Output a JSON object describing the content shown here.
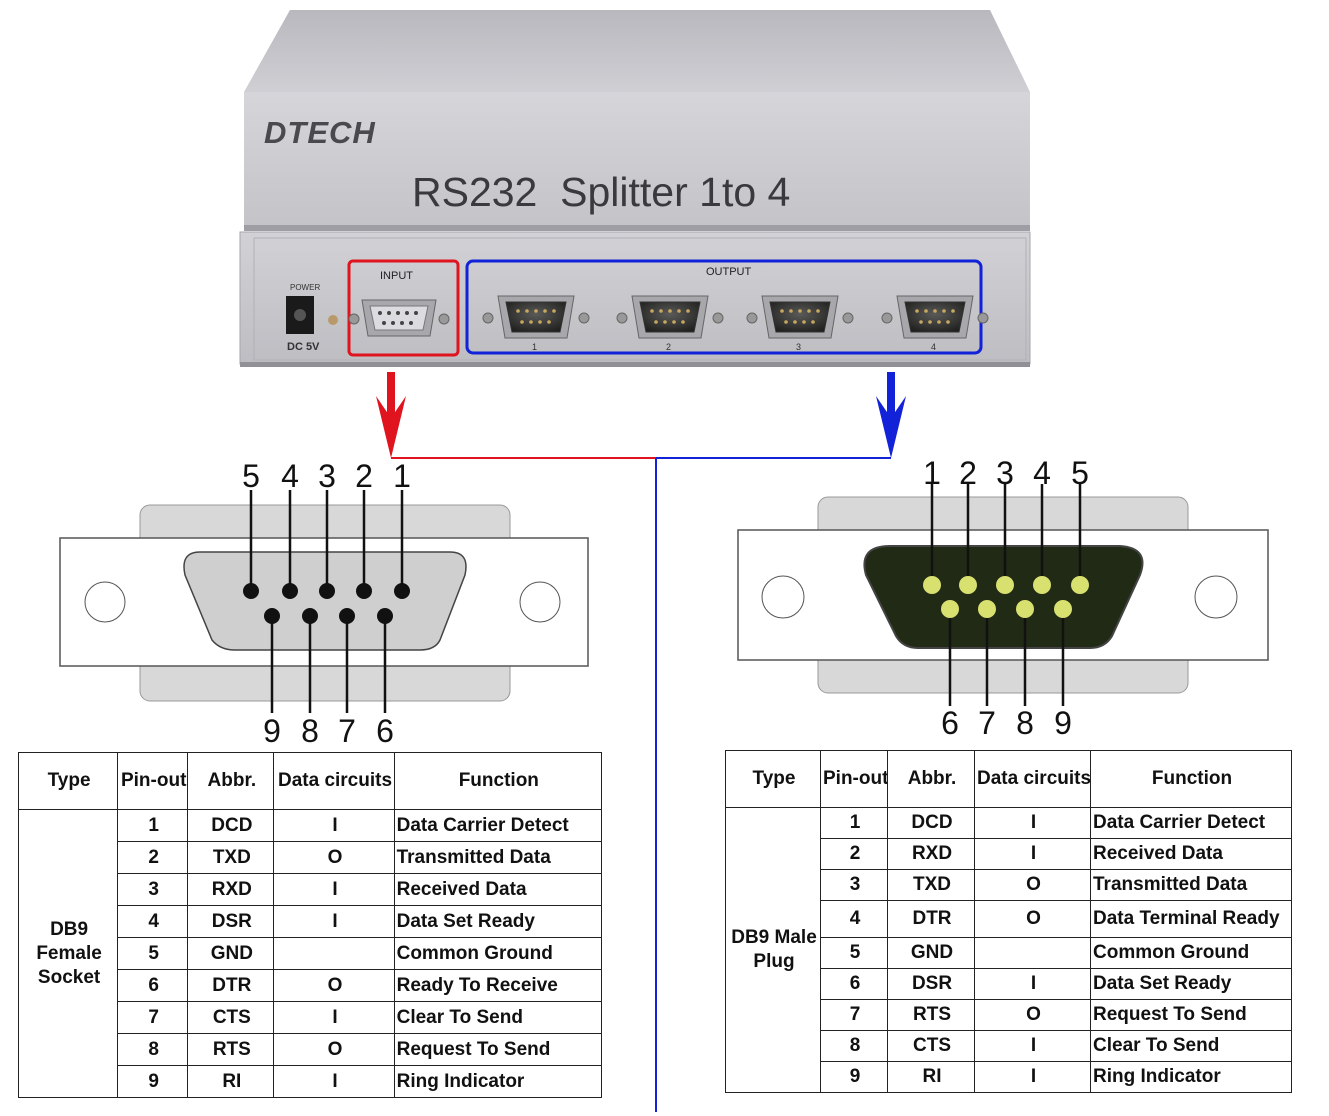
{
  "device": {
    "brand": "DTECH",
    "title": "RS232  Splitter 1to 4",
    "power_label": "POWER",
    "dc_label": "DC 5V",
    "input_label": "INPUT",
    "output_label": "OUTPUT",
    "output_ports": [
      "1",
      "2",
      "3",
      "4"
    ],
    "input_highlight_color": "#e0141e",
    "output_highlight_color": "#1222d8"
  },
  "female": {
    "top_pins": [
      "5",
      "4",
      "3",
      "2",
      "1"
    ],
    "bottom_pins": [
      "9",
      "8",
      "7",
      "6"
    ]
  },
  "male": {
    "top_pins": [
      "1",
      "2",
      "3",
      "4",
      "5"
    ],
    "bottom_pins": [
      "6",
      "7",
      "8",
      "9"
    ],
    "pin_color": "#d8e070",
    "body_color": "#202a15"
  },
  "table_headers": [
    "Type",
    "Pin-out",
    "Abbr.",
    "Data circuits",
    "Function"
  ],
  "table_left": {
    "type_lines": [
      "DB9",
      "Female",
      "Socket"
    ],
    "rows": [
      {
        "pin": "1",
        "abbr": "DCD",
        "dc": "I",
        "func": "Data Carrier Detect"
      },
      {
        "pin": "2",
        "abbr": "TXD",
        "dc": "O",
        "func": "Transmitted Data"
      },
      {
        "pin": "3",
        "abbr": "RXD",
        "dc": "I",
        "func": "Received Data"
      },
      {
        "pin": "4",
        "abbr": "DSR",
        "dc": "I",
        "func": "Data Set Ready"
      },
      {
        "pin": "5",
        "abbr": "GND",
        "dc": "",
        "func": "Common Ground"
      },
      {
        "pin": "6",
        "abbr": "DTR",
        "dc": "O",
        "func": "Ready To Receive"
      },
      {
        "pin": "7",
        "abbr": "CTS",
        "dc": "I",
        "func": "Clear To Send"
      },
      {
        "pin": "8",
        "abbr": "RTS",
        "dc": "O",
        "func": "Request To Send"
      },
      {
        "pin": "9",
        "abbr": "RI",
        "dc": "I",
        "func": "Ring Indicator"
      }
    ]
  },
  "table_right": {
    "type_lines": [
      "DB9 Male",
      "Plug"
    ],
    "rows": [
      {
        "pin": "1",
        "abbr": "DCD",
        "dc": "I",
        "func": "Data Carrier Detect"
      },
      {
        "pin": "2",
        "abbr": "RXD",
        "dc": "I",
        "func": "Received Data"
      },
      {
        "pin": "3",
        "abbr": "TXD",
        "dc": "O",
        "func": "Transmitted Data"
      },
      {
        "pin": "4",
        "abbr": "DTR",
        "dc": "O",
        "func": "Data Terminal Ready"
      },
      {
        "pin": "5",
        "abbr": "GND",
        "dc": "",
        "func": "Common Ground"
      },
      {
        "pin": "6",
        "abbr": "DSR",
        "dc": "I",
        "func": "Data Set Ready"
      },
      {
        "pin": "7",
        "abbr": "RTS",
        "dc": "O",
        "func": "Request To Send"
      },
      {
        "pin": "8",
        "abbr": "CTS",
        "dc": "I",
        "func": "Clear To Send"
      },
      {
        "pin": "9",
        "abbr": "RI",
        "dc": "I",
        "func": "Ring Indicator"
      }
    ]
  }
}
